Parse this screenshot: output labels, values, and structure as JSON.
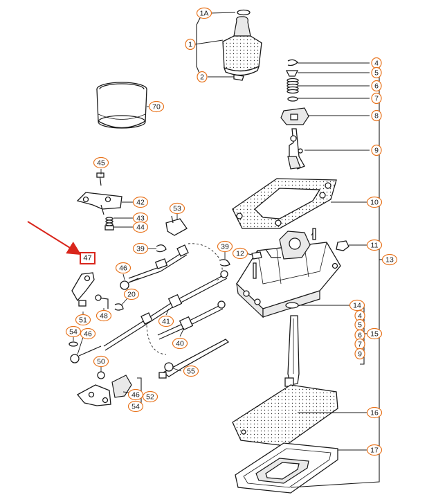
{
  "diagram": {
    "callouts": [
      {
        "id": "c-1A",
        "label": "1A"
      },
      {
        "id": "c-1",
        "label": "1"
      },
      {
        "id": "c-2",
        "label": "2"
      },
      {
        "id": "c-4a",
        "label": "4"
      },
      {
        "id": "c-5a",
        "label": "5"
      },
      {
        "id": "c-6a",
        "label": "6"
      },
      {
        "id": "c-7a",
        "label": "7"
      },
      {
        "id": "c-8",
        "label": "8"
      },
      {
        "id": "c-9a",
        "label": "9"
      },
      {
        "id": "c-10",
        "label": "10"
      },
      {
        "id": "c-11",
        "label": "11"
      },
      {
        "id": "c-13",
        "label": "13"
      },
      {
        "id": "c-70",
        "label": "70"
      },
      {
        "id": "c-45",
        "label": "45"
      },
      {
        "id": "c-42",
        "label": "42"
      },
      {
        "id": "c-43",
        "label": "43"
      },
      {
        "id": "c-44",
        "label": "44"
      },
      {
        "id": "c-53",
        "label": "53"
      },
      {
        "id": "c-39a",
        "label": "39"
      },
      {
        "id": "c-39b",
        "label": "39"
      },
      {
        "id": "c-12",
        "label": "12"
      },
      {
        "id": "c-46a",
        "label": "46"
      },
      {
        "id": "c-20",
        "label": "20"
      },
      {
        "id": "c-48",
        "label": "48"
      },
      {
        "id": "c-51",
        "label": "51"
      },
      {
        "id": "c-41",
        "label": "41"
      },
      {
        "id": "c-54a",
        "label": "54"
      },
      {
        "id": "c-46b",
        "label": "46"
      },
      {
        "id": "c-40",
        "label": "40"
      },
      {
        "id": "c-50",
        "label": "50"
      },
      {
        "id": "c-55",
        "label": "55"
      },
      {
        "id": "c-46c",
        "label": "46"
      },
      {
        "id": "c-52",
        "label": "52"
      },
      {
        "id": "c-54b",
        "label": "54"
      },
      {
        "id": "c-14",
        "label": "14"
      },
      {
        "id": "c-4b",
        "label": "4"
      },
      {
        "id": "c-5b",
        "label": "5"
      },
      {
        "id": "c-6b",
        "label": "6"
      },
      {
        "id": "c-7b",
        "label": "7"
      },
      {
        "id": "c-9b",
        "label": "9"
      },
      {
        "id": "c-15",
        "label": "15"
      },
      {
        "id": "c-16",
        "label": "16"
      },
      {
        "id": "c-17",
        "label": "17"
      }
    ],
    "highlight": {
      "label": "47",
      "color": "#d9261c"
    },
    "colors": {
      "callout_border": "#e8731c",
      "line": "#1a1a1a",
      "arrow": "#d9261c"
    }
  }
}
